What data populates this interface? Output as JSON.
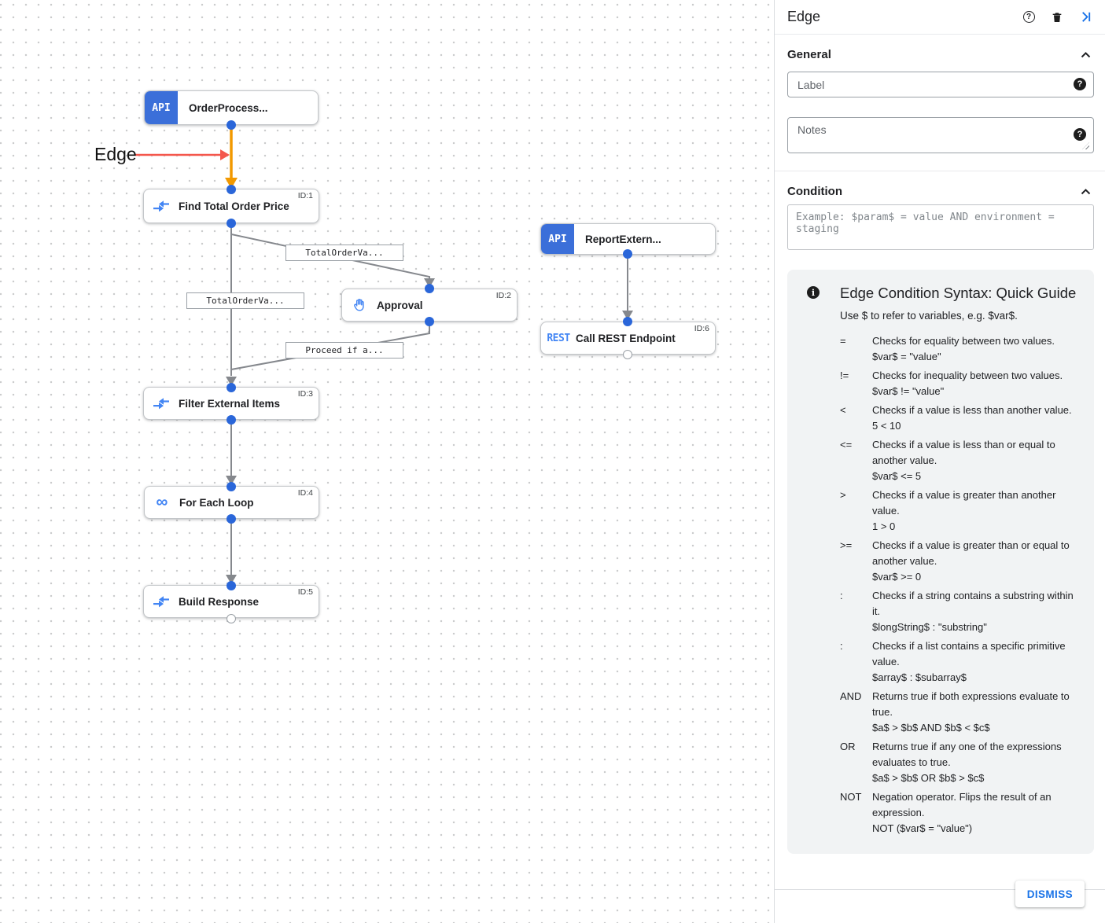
{
  "canvas": {
    "annotation": {
      "label": "Edge"
    },
    "nodes": {
      "order": {
        "badge": "API",
        "label": "OrderProcess..."
      },
      "find": {
        "label": "Find Total Order Price",
        "id": "ID:1"
      },
      "approval": {
        "label": "Approval",
        "id": "ID:2"
      },
      "filter": {
        "label": "Filter External Items",
        "id": "ID:3"
      },
      "foreach": {
        "label": "For Each Loop",
        "id": "ID:4",
        "icon_glyph": "∞"
      },
      "build": {
        "label": "Build Response",
        "id": "ID:5"
      },
      "report": {
        "badge": "API",
        "label": "ReportExtern..."
      },
      "rest": {
        "badge": "REST",
        "label": "Call REST Endpoint",
        "id": "ID:6"
      }
    },
    "edge_labels": {
      "to_approval": "TotalOrderVa...",
      "to_filter": "TotalOrderVa...",
      "from_approval": "Proceed if a..."
    },
    "colors": {
      "selected_edge": "#f29900",
      "edge": "#85888d",
      "connector": "#2a66d9",
      "annotation_arrow": "#f4574c",
      "node_icon": "#4285f4",
      "api_badge": "#3b6fd9"
    }
  },
  "panel": {
    "title": "Edge",
    "sections": {
      "general": "General",
      "condition": "Condition"
    },
    "general": {
      "label_placeholder": "Label",
      "notes_placeholder": "Notes",
      "help_glyph": "?"
    },
    "condition_placeholder": "Example: $param$ = value AND environment = staging",
    "guide": {
      "info_glyph": "i",
      "title": "Edge Condition Syntax: Quick Guide",
      "subtitle": "Use $ to refer to variables, e.g. $var$.",
      "rules": [
        {
          "op": "=",
          "desc": "Checks for equality between two values.",
          "example": "$var$ = \"value\""
        },
        {
          "op": "!=",
          "desc": "Checks for inequality between two values.",
          "example": "$var$ != \"value\""
        },
        {
          "op": "<",
          "desc": "Checks if a value is less than another value.",
          "example": "5 < 10"
        },
        {
          "op": "<=",
          "desc": "Checks if a value is less than or equal to another value.",
          "example": "$var$ <= 5"
        },
        {
          "op": ">",
          "desc": "Checks if a value is greater than another value.",
          "example": "1 > 0"
        },
        {
          "op": ">=",
          "desc": "Checks if a value is greater than or equal to another value.",
          "example": "$var$ >= 0"
        },
        {
          "op": ":",
          "desc": "Checks if a string contains a substring within it.",
          "example": "$longString$ : \"substring\""
        },
        {
          "op": ":",
          "desc": "Checks if a list contains a specific primitive value.",
          "example": "$array$ : $subarray$"
        },
        {
          "op": "AND",
          "desc": "Returns true if both expressions evaluate to true.",
          "example": "$a$ > $b$ AND $b$ < $c$"
        },
        {
          "op": "OR",
          "desc": "Returns true if any one of the expressions evaluates to true.",
          "example": "$a$ > $b$ OR $b$ > $c$"
        },
        {
          "op": "NOT",
          "desc": "Negation operator. Flips the result of an expression.",
          "example": "NOT ($var$ = \"value\")"
        }
      ]
    },
    "dismiss_label": "DISMISS"
  }
}
